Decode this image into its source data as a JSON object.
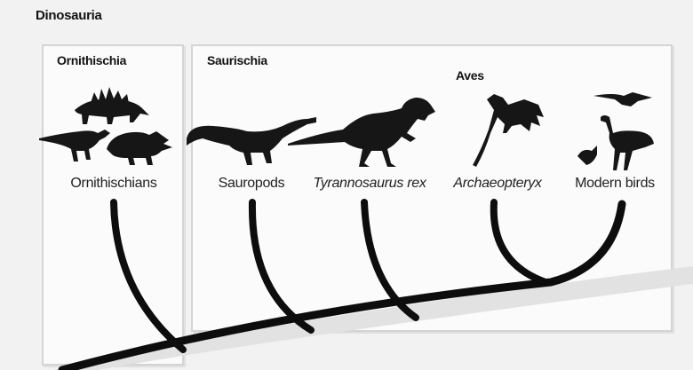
{
  "groups": {
    "dinosauria": "Dinosauria",
    "ornithischia": "Ornithischia",
    "saurischia": "Saurischia",
    "aves": "Aves"
  },
  "taxa": [
    {
      "label": "Ornithischians",
      "italic": false
    },
    {
      "label": "Sauropods",
      "italic": false
    },
    {
      "label": "Tyrannosaurus rex",
      "italic": true
    },
    {
      "label": "Archaeopteryx",
      "italic": true
    },
    {
      "label": "Modern birds",
      "italic": false
    }
  ],
  "colors": {
    "branch": "#0d0d0d",
    "panel_border": "#d4d4d4",
    "panel_fill": "#fbfbfb",
    "silhouette": "#161616"
  }
}
